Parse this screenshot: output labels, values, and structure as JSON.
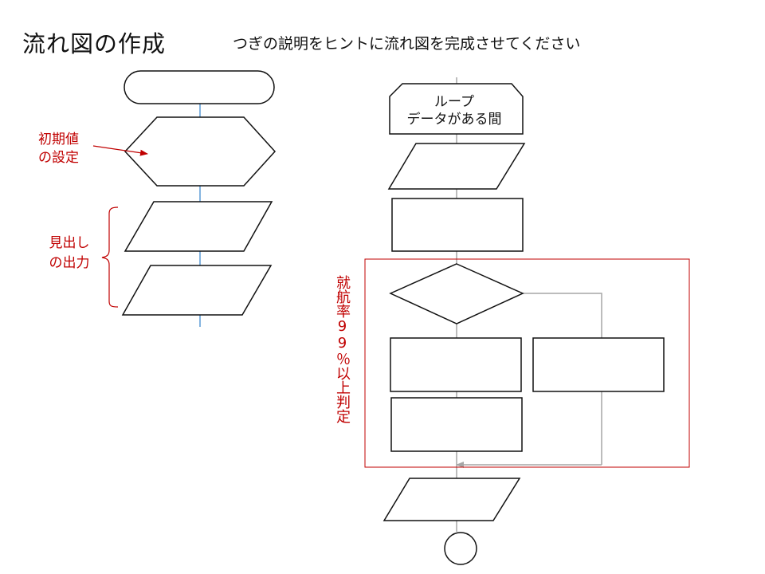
{
  "page": {
    "title": "流れ図の作成",
    "subtitle": "つぎの説明をヒントに流れ図を完成させてください"
  },
  "annotations": {
    "initial_setting": [
      "初期値",
      "の設定"
    ],
    "header_output": [
      "見出し",
      "の出力"
    ],
    "judgement": "就航率99％以上判定"
  },
  "loop": {
    "line1": "ループ",
    "line2": "データがある間"
  },
  "colors": {
    "annotation": "#c00000",
    "shape_stroke": "#111111",
    "flow_line_left": "#5b9bd5",
    "flow_line_right": "#a6a6a6"
  }
}
